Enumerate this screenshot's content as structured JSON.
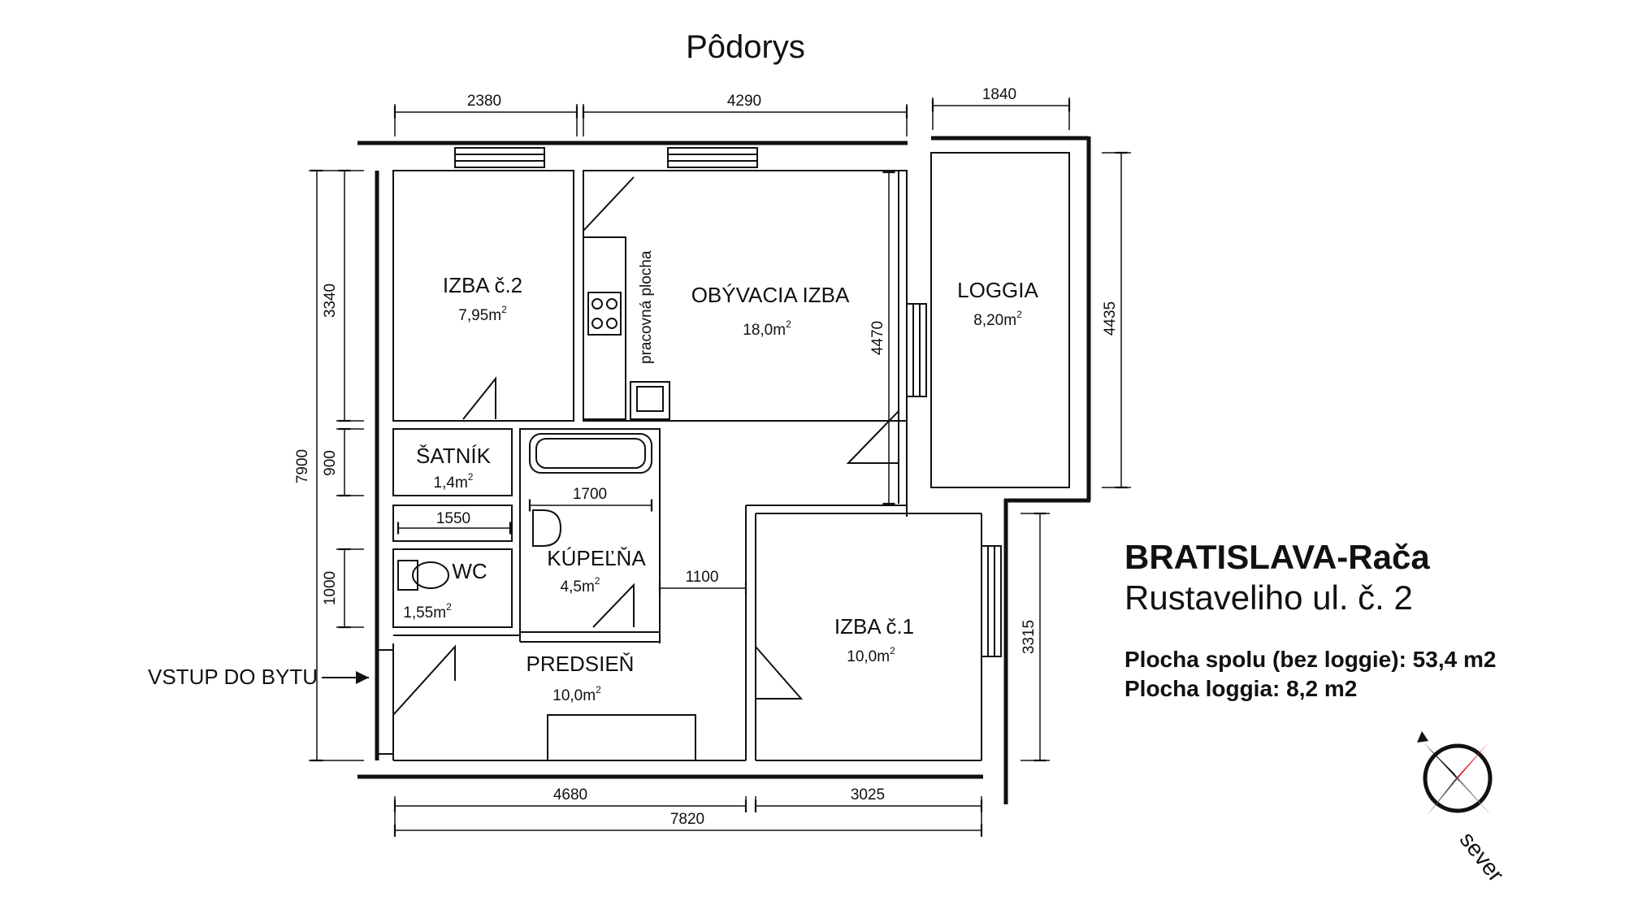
{
  "title": "Pôdorys",
  "address": {
    "city": "BRATISLAVA-Rača",
    "street": "Rustaveliho ul. č. 2"
  },
  "areas": {
    "total": "Plocha spolu (bez loggie): 53,4 m2",
    "loggia": "Plocha loggia: 8,2 m2"
  },
  "rooms": {
    "izba2": {
      "name": "IZBA č.2",
      "area": "7,95m",
      "exp": "2"
    },
    "obyvacia": {
      "name": "OBÝVACIA IZBA",
      "area": "18,0m",
      "exp": "2"
    },
    "loggia": {
      "name": "LOGGIA",
      "area": "8,20m",
      "exp": "2"
    },
    "satnik": {
      "name": "ŠATNÍK",
      "area": "1,4m",
      "exp": "2"
    },
    "wc": {
      "name": "WC",
      "area": "1,55m",
      "exp": "2"
    },
    "kupelna": {
      "name": "KÚPEĽŇA",
      "area": "4,5m",
      "exp": "2"
    },
    "predsien": {
      "name": "PREDSIEŇ",
      "area": "10,0m",
      "exp": "2"
    },
    "izba1": {
      "name": "IZBA č.1",
      "area": "10,0m",
      "exp": "2"
    }
  },
  "labels": {
    "worktop": "pracovná plocha",
    "entrance": "VSTUP DO BYTU",
    "north": "sever"
  },
  "dimensions": {
    "top_left": "2380",
    "top_mid": "4290",
    "top_right": "1840",
    "left_total": "7900",
    "left_upper": "3340",
    "left_mid": "900",
    "left_lower": "1000",
    "right_loggia": "4435",
    "right_room": "3315",
    "inner_4470": "4470",
    "bath_1700": "1700",
    "wardrobe_1550": "1550",
    "hall_1100": "1100",
    "bottom_left": "4680",
    "bottom_right": "3025",
    "bottom_total": "7820"
  }
}
